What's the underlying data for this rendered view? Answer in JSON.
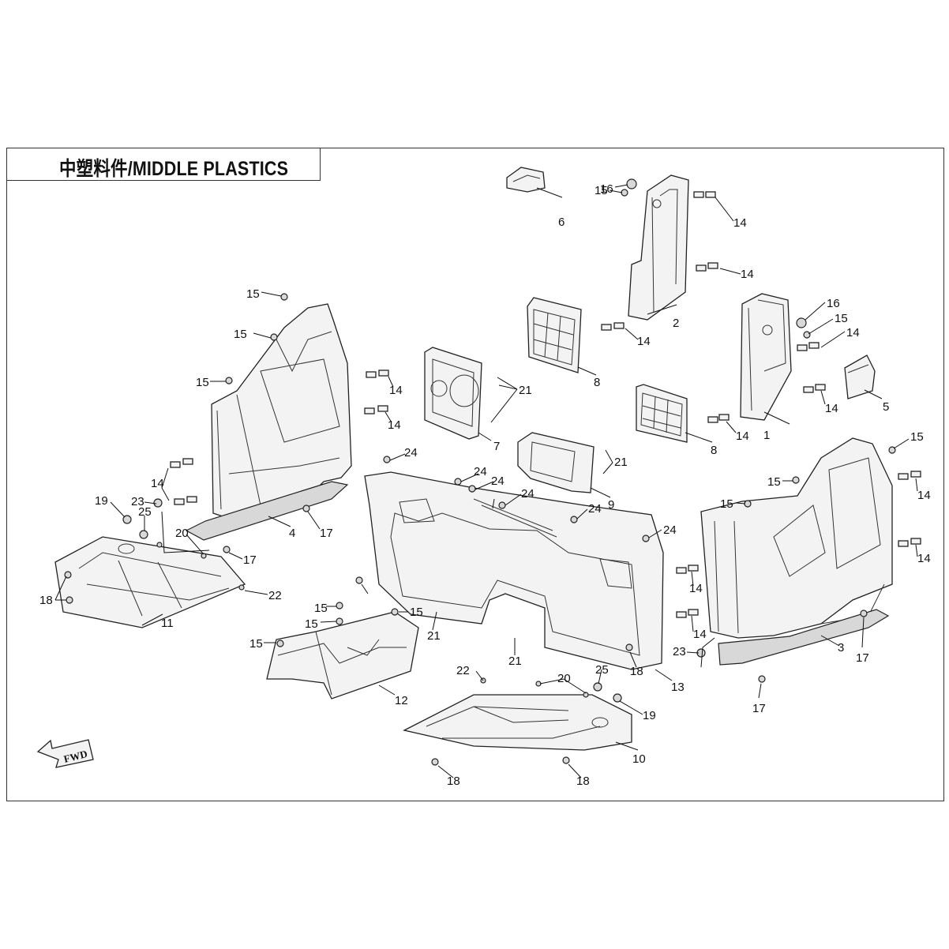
{
  "title": "中塑料件/MIDDLE PLASTICS",
  "fwd_label": "FWD",
  "colors": {
    "line": "#222222",
    "fill": "#f3f3f3",
    "background": "#ffffff"
  },
  "callouts": [
    {
      "id": "c1",
      "text": "1"
    },
    {
      "id": "c2",
      "text": "2"
    },
    {
      "id": "c3",
      "text": "3"
    },
    {
      "id": "c4",
      "text": "4"
    },
    {
      "id": "c5",
      "text": "5"
    },
    {
      "id": "c6",
      "text": "6"
    },
    {
      "id": "c7",
      "text": "7"
    },
    {
      "id": "c8a",
      "text": "8"
    },
    {
      "id": "c8b",
      "text": "8"
    },
    {
      "id": "c9",
      "text": "9"
    },
    {
      "id": "c10",
      "text": "10"
    },
    {
      "id": "c11",
      "text": "11"
    },
    {
      "id": "c12",
      "text": "12"
    },
    {
      "id": "c13",
      "text": "13"
    },
    {
      "id": "c14a",
      "text": "14"
    },
    {
      "id": "c14b",
      "text": "14"
    },
    {
      "id": "c14c",
      "text": "14"
    },
    {
      "id": "c14d",
      "text": "14"
    },
    {
      "id": "c14e",
      "text": "14"
    },
    {
      "id": "c14f",
      "text": "14"
    },
    {
      "id": "c14g",
      "text": "14"
    },
    {
      "id": "c14h",
      "text": "14"
    },
    {
      "id": "c14i",
      "text": "14"
    },
    {
      "id": "c14j",
      "text": "14"
    },
    {
      "id": "c14k",
      "text": "14"
    },
    {
      "id": "c14l",
      "text": "14"
    },
    {
      "id": "c14m",
      "text": "14"
    },
    {
      "id": "c14n",
      "text": "14"
    },
    {
      "id": "c15a",
      "text": "15"
    },
    {
      "id": "c15b",
      "text": "15"
    },
    {
      "id": "c15c",
      "text": "15"
    },
    {
      "id": "c15d",
      "text": "15"
    },
    {
      "id": "c15e",
      "text": "15"
    },
    {
      "id": "c15f",
      "text": "15"
    },
    {
      "id": "c15g",
      "text": "15"
    },
    {
      "id": "c15h",
      "text": "15"
    },
    {
      "id": "c15i",
      "text": "15"
    },
    {
      "id": "c15j",
      "text": "15"
    },
    {
      "id": "c15k",
      "text": "15"
    },
    {
      "id": "c15l",
      "text": "15"
    },
    {
      "id": "c16a",
      "text": "16"
    },
    {
      "id": "c16b",
      "text": "16"
    },
    {
      "id": "c17a",
      "text": "17"
    },
    {
      "id": "c17b",
      "text": "17"
    },
    {
      "id": "c17c",
      "text": "17"
    },
    {
      "id": "c17d",
      "text": "17"
    },
    {
      "id": "c18a",
      "text": "18"
    },
    {
      "id": "c18b",
      "text": "18"
    },
    {
      "id": "c18c",
      "text": "18"
    },
    {
      "id": "c18d",
      "text": "18"
    },
    {
      "id": "c19a",
      "text": "19"
    },
    {
      "id": "c19b",
      "text": "19"
    },
    {
      "id": "c20a",
      "text": "20"
    },
    {
      "id": "c20b",
      "text": "20"
    },
    {
      "id": "c21a",
      "text": "21"
    },
    {
      "id": "c21b",
      "text": "21"
    },
    {
      "id": "c21c",
      "text": "21"
    },
    {
      "id": "c21d",
      "text": "21"
    },
    {
      "id": "c22a",
      "text": "22"
    },
    {
      "id": "c22b",
      "text": "22"
    },
    {
      "id": "c23a",
      "text": "23"
    },
    {
      "id": "c23b",
      "text": "23"
    },
    {
      "id": "c24a",
      "text": "24"
    },
    {
      "id": "c24b",
      "text": "24"
    },
    {
      "id": "c24c",
      "text": "24"
    },
    {
      "id": "c24d",
      "text": "24"
    },
    {
      "id": "c24e",
      "text": "24"
    },
    {
      "id": "c24f",
      "text": "24"
    },
    {
      "id": "c25a",
      "text": "25"
    },
    {
      "id": "c25b",
      "text": "25"
    }
  ]
}
